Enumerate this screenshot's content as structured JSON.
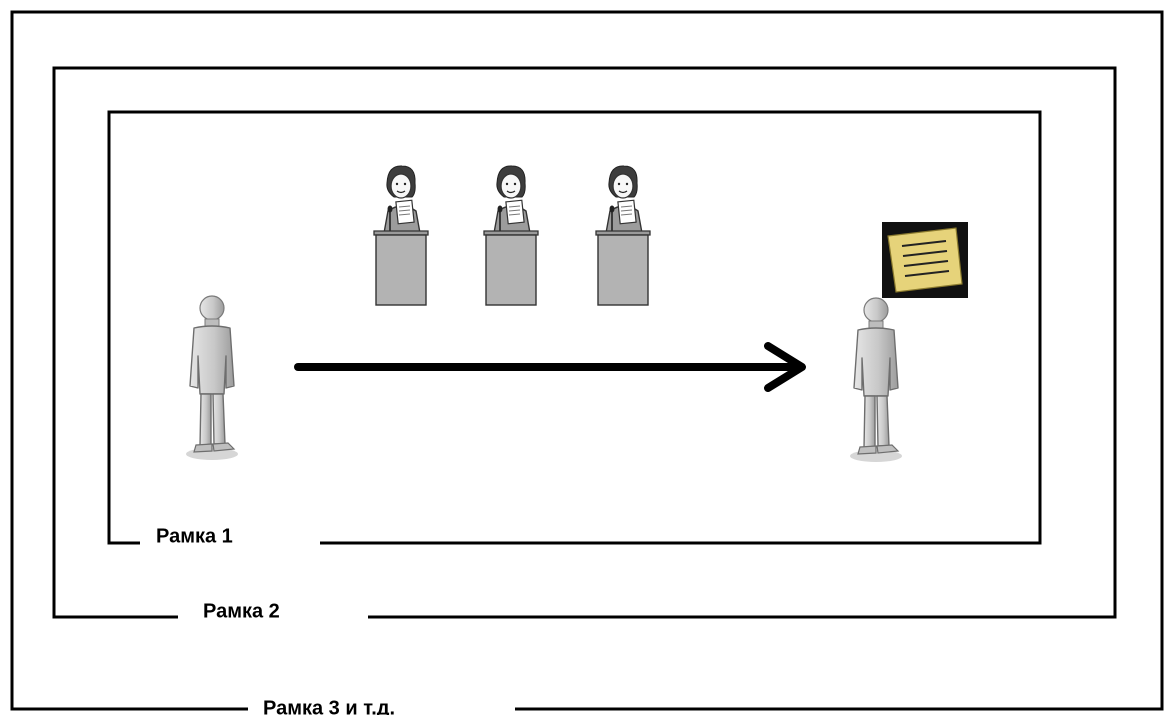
{
  "diagram": {
    "frames": [
      {
        "label": "Рамка 1"
      },
      {
        "label": "Рамка 2"
      },
      {
        "label": "Рамка 3 и т.д."
      }
    ],
    "icons": {
      "left_person": "standing-person-icon",
      "speakers": [
        "speaker-at-podium-icon",
        "speaker-at-podium-icon",
        "speaker-at-podium-icon"
      ],
      "right_person": "standing-person-icon",
      "note": "sticky-note-icon",
      "arrow": "right-arrow-icon"
    },
    "colors": {
      "frame": "#000000",
      "person": "#c9c9c9",
      "podium": "#b3b3b3",
      "note_fill": "#e6d37a",
      "note_bg": "#111111"
    }
  }
}
